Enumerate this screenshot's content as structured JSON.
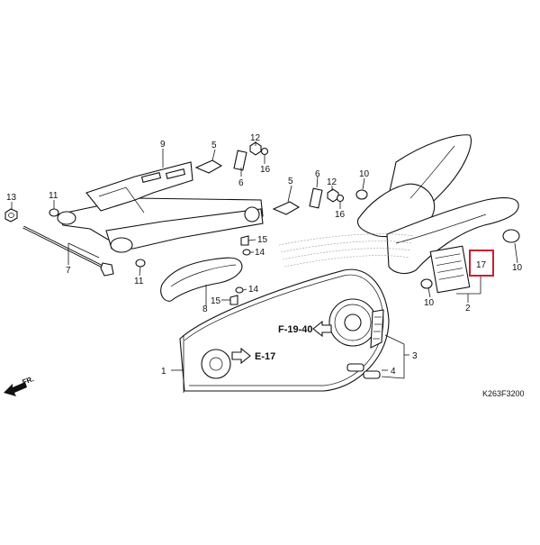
{
  "diagram": {
    "part_numbers": {
      "p1": "1",
      "p2": "2",
      "p3": "3",
      "p4": "4",
      "p5a": "5",
      "p5b": "5",
      "p6a": "6",
      "p6b": "6",
      "p7": "7",
      "p8": "8",
      "p9": "9",
      "p10a": "10",
      "p10b": "10",
      "p10c": "10",
      "p11a": "11",
      "p11b": "11",
      "p12a": "12",
      "p12b": "12",
      "p13": "13",
      "p14a": "14",
      "p14b": "14",
      "p15a": "15",
      "p15b": "15",
      "p16a": "16",
      "p16b": "16",
      "p17": "17"
    },
    "references": {
      "f1940": "F-19-40",
      "e17": "E-17"
    },
    "direction_label": "FR.",
    "drawing_code": "K263F3200",
    "highlight_color": "#cc1f2d"
  }
}
